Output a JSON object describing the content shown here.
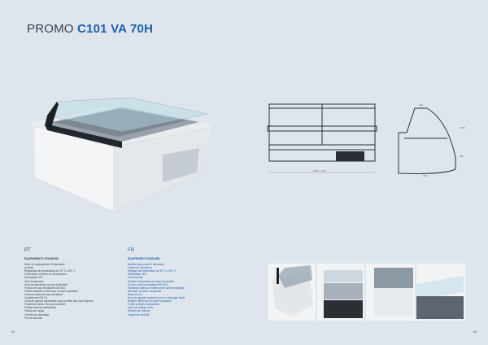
{
  "title": {
    "prefix": "PROMO",
    "model": "C101 VA 70H"
  },
  "pt": {
    "lang": "PT",
    "heading": "EQUIPAMENTO STANDARD",
    "items": [
      "Nível de equipamento: 8 alternante",
      "Acrylico",
      "Regulação de temperatura de 30 °C a 90 °C",
      "Controlador eléctrico de temperatura",
      "Iluminação LED",
      "Vidro temperado",
      "Área de exposição em aço inoxidável",
      "Fundos em aço inoxidável AISI 304",
      "Painéis laterais e exteriores em aço inoxidável",
      "Cuba bancada em aço inoxidável",
      "Contentores GN 1/1",
      "Cuba de grande capacidade para permitir uma fácil limpeza",
      "Prateleira interior em aço inoxidável",
      "Portas traseiras deslizantes",
      "Válvula de carga",
      "Torneira de descarga",
      "Pés de controlo"
    ]
  },
  "fr": {
    "lang": "FR",
    "heading": "ÉQUIPEMENT STANDARD",
    "items": [
      "Modèle bain-marie: 8 alternante",
      "Caisse en aluminium",
      "Réglage de température de 30 °C à 90 °C",
      "Illumination LED",
      "Verre trempé",
      "Surface d'exposition en acier inoxydable",
      "Cuve en acier inoxydable AISI 304",
      "Panneaux latéraux extérieurs en acier inoxydable",
      "Structure en acier inoxydable",
      "Bacs GN 1/1",
      "Cuve de grande capacité pour un nettoyage facile",
      "Étagère inférieure en acier inoxydable",
      "Portes arrières coulissantes",
      "Valve de charge d'eau",
      "Robinet de vidange",
      "Voyant de contrôle"
    ]
  },
  "drawing": {
    "front_width": "1830 / 1170",
    "side_depth": "900",
    "top_depth": "400",
    "heights": [
      "1290",
      "820"
    ]
  },
  "pages": {
    "left": "62",
    "right": "63"
  }
}
